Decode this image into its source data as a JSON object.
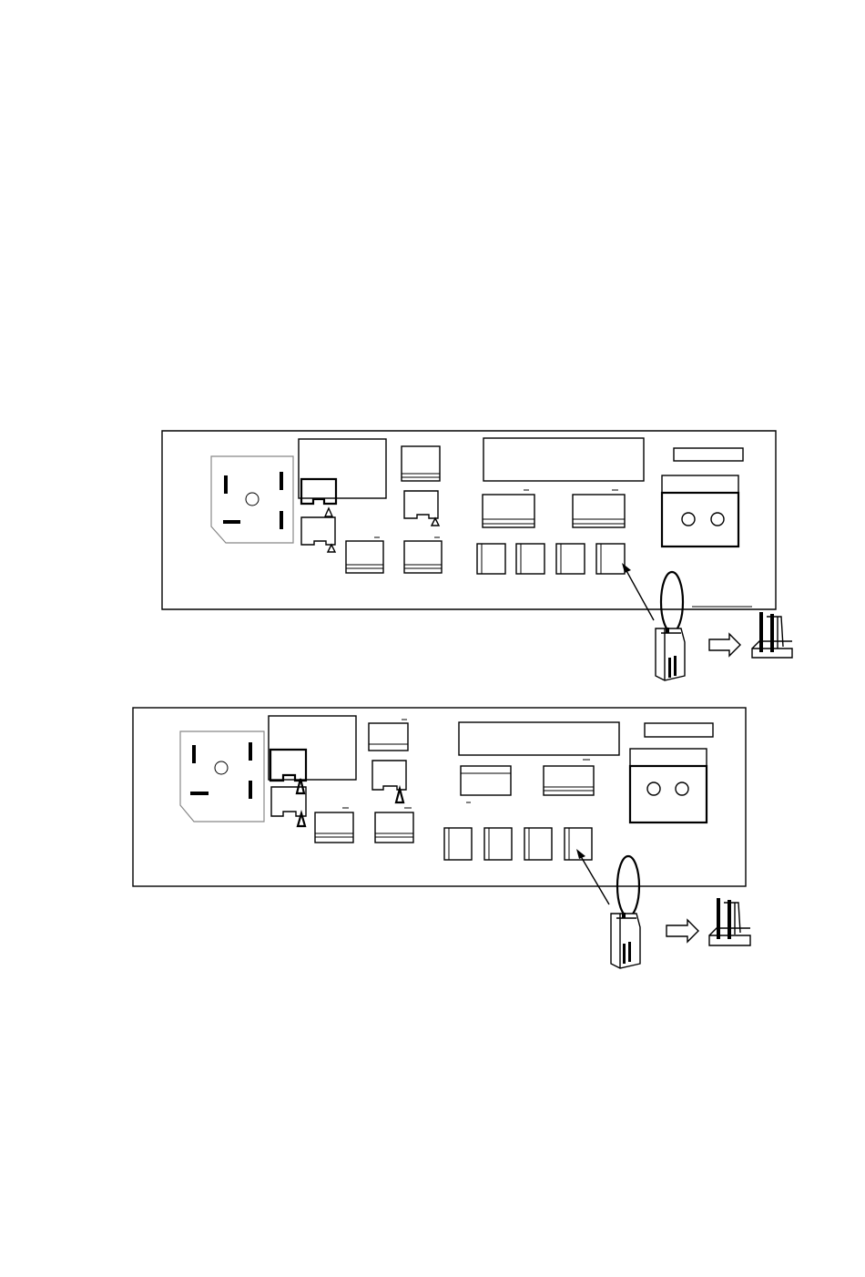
{
  "figure": {
    "panels": [
      {
        "id": "panel-top",
        "variant": "three-pin-ac-inlet"
      },
      {
        "id": "panel-bottom",
        "variant": "three-pin-ac-inlet"
      }
    ],
    "icons": [
      "ac-inlet-icon",
      "jumper-plug-icon",
      "arrow-right-icon",
      "pin-header-icon"
    ],
    "colors": {
      "line": "#000000",
      "outlet-outline": "#888888",
      "background": "#ffffff"
    }
  }
}
